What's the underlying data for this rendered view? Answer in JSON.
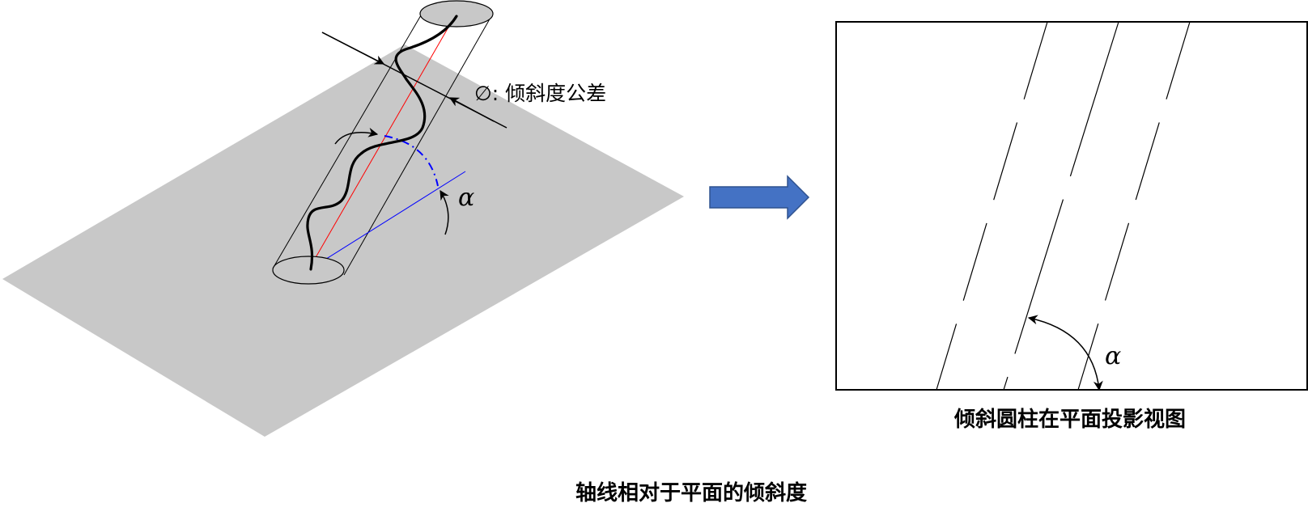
{
  "left_figure": {
    "tolerance_label": "∅: 倾斜度公差",
    "angle_label": "α",
    "caption": "轴线相对于平面的倾斜度"
  },
  "right_figure": {
    "angle_label": "α",
    "caption": "倾斜圆柱在平面投影视图"
  },
  "colors": {
    "plane": "#c8c8c8",
    "cylinder_end": "#c8c8c8",
    "axis_line": "#ff0000",
    "projection_line": "#0000ff",
    "angle_arc": "#0000ff",
    "arrow_fill": "#4472c4",
    "arrow_stroke": "#2f528f",
    "ink": "#000000"
  }
}
